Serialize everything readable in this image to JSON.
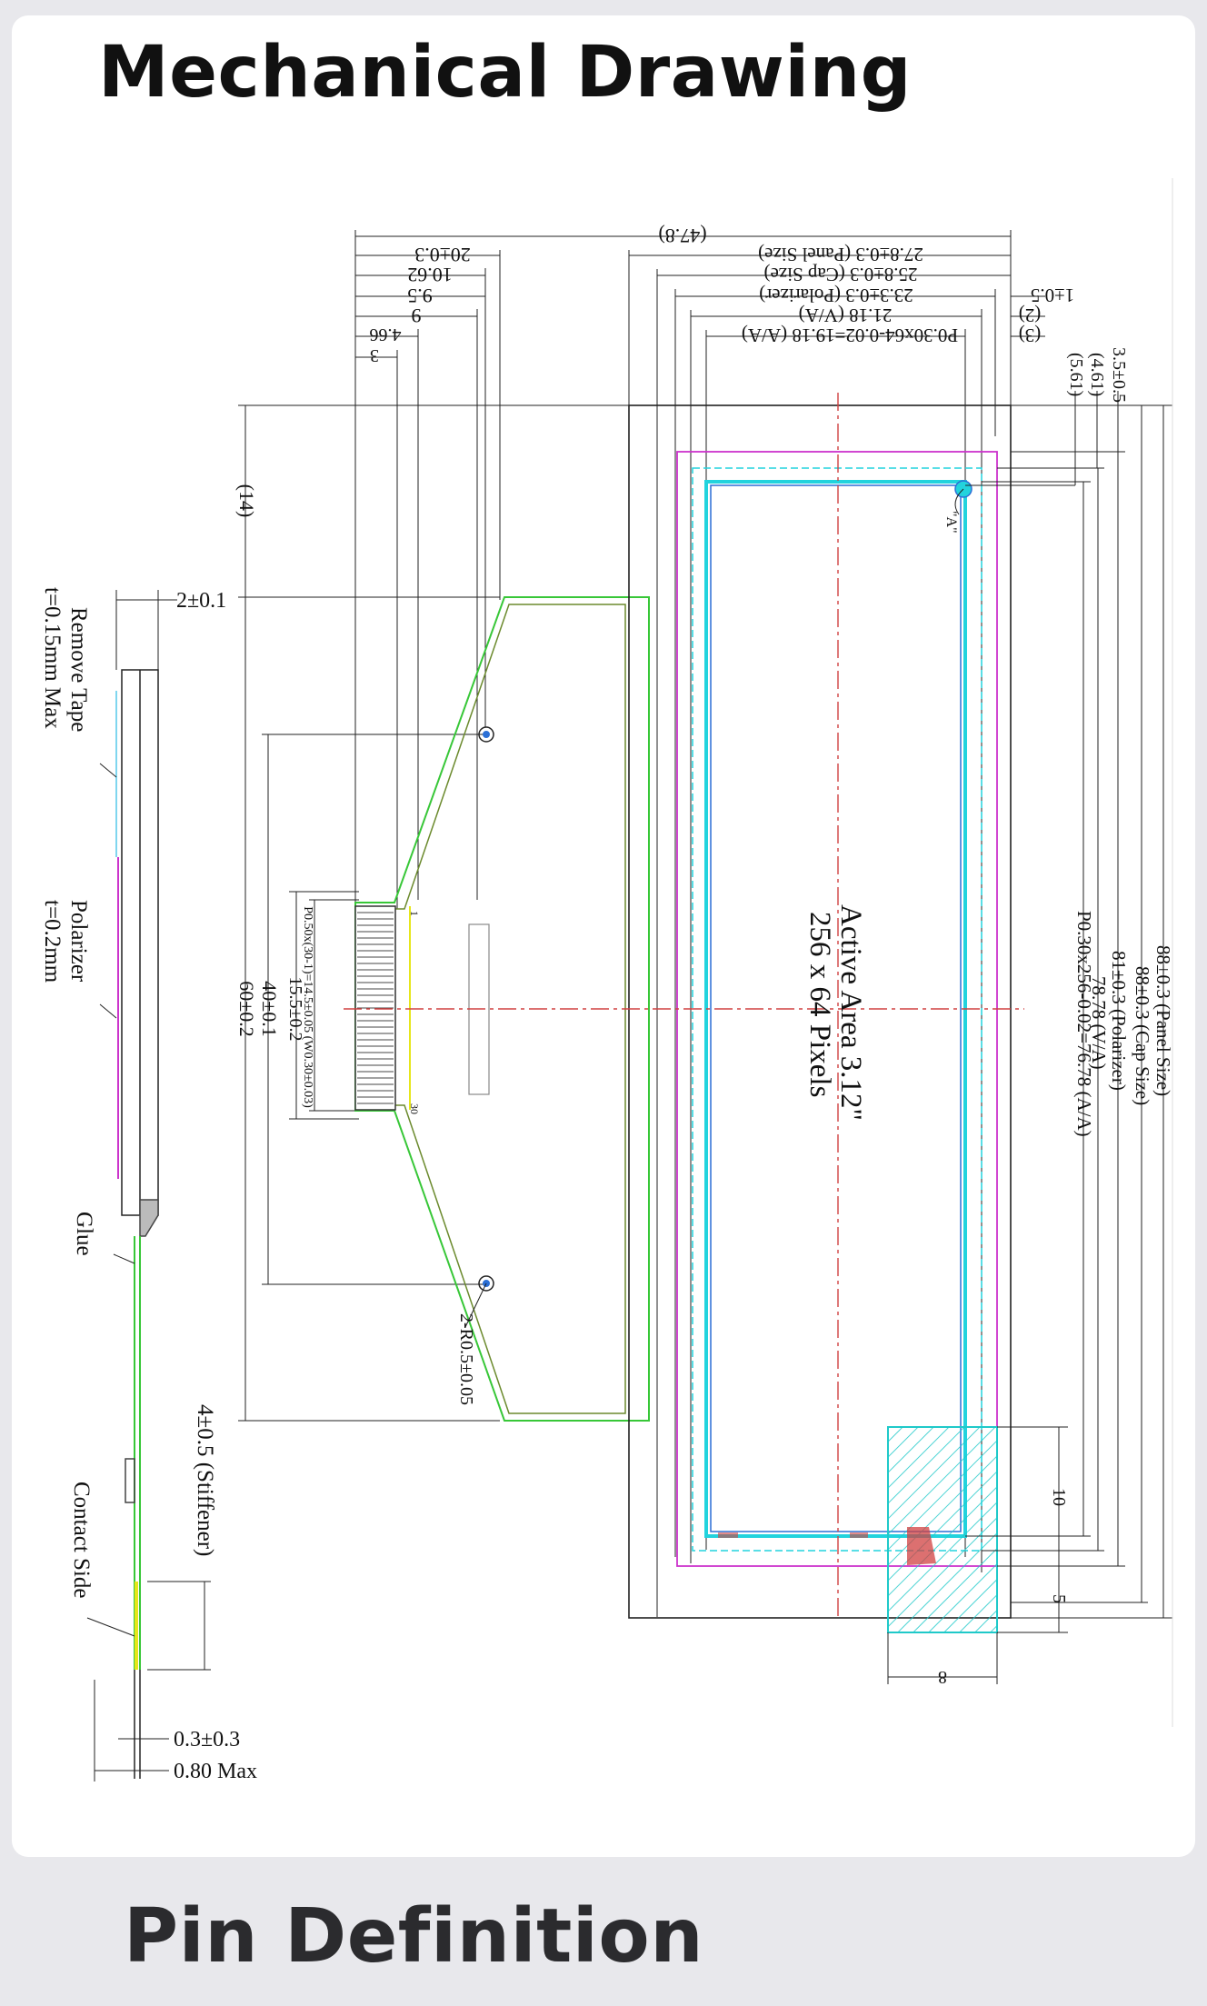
{
  "headings": {
    "mechanical": "Mechanical Drawing",
    "pin": "Pin Definition"
  },
  "colors": {
    "page_bg": "#e8e8ec",
    "card_bg": "#ffffff",
    "outline": "#222222",
    "fpc_outline": "#38c738",
    "polarizer": "#cc33cc",
    "viewing_area": "#22d3dd",
    "active_area": "#2b6fd6",
    "centerline": "#d04040",
    "hatch": "#1fc9c9"
  },
  "side_view": {
    "remove_tape": [
      "Remove Tape",
      "t=0.15mm Max"
    ],
    "polarizer": [
      "Polarizer",
      "t=0.2mm"
    ],
    "glue": "Glue",
    "stiffener": "4±0.5 (Stiffener)",
    "contact_side": "Contact Side",
    "dim_2": "2±0.1",
    "dim_03": "0.3±0.3",
    "dim_080": "0.80 Max"
  },
  "top_dims": {
    "overall": "(47.8)",
    "d20": "20±0.3",
    "d1062": "10.62",
    "d95": "9.5",
    "d9": "9",
    "d466": "4.66",
    "d3": "3",
    "panel": "27.8±0.3 (Panel Size)",
    "cap": "25.8±0.3 (Cap Size)",
    "polarizer": "23.3±0.3 (Polarizer)",
    "va": "21.18 (V/A)",
    "aa": "P0.30x64-0.02=19.18 (A/A)",
    "r1": "1±0.5",
    "r2": "(2)",
    "r3": "(3)"
  },
  "left_dims": {
    "d14": "(14)",
    "d60": "60±0.2",
    "d40": "40±0.1",
    "d155": "15.5±0.2",
    "pitch": "P0.50x(30-1)=14.5±0.05 (W0.30±0.03)"
  },
  "right_dims": {
    "d35": "3.5±0.5",
    "d461": "(4.61)",
    "d561": "(5.61)",
    "panel": "88±0.3 (Panel Size)",
    "cap": "88±0.3 (Cap Size)",
    "polarizer": "81±0.3 (Polarizer)",
    "va": "78.78 (V/A)",
    "aa": "P0.30x256-0.02=76.78 (A/A)"
  },
  "bottom_dims": {
    "d10": "10",
    "d5": "5",
    "d8": "8"
  },
  "labels": {
    "active_area_1": "Active Area 3.12\"",
    "active_area_2": "256 x 64 Pixels",
    "point_a": "\"A\"",
    "holes": "2-R0.5±0.05",
    "pin_1": "1",
    "pin_30": "30"
  }
}
